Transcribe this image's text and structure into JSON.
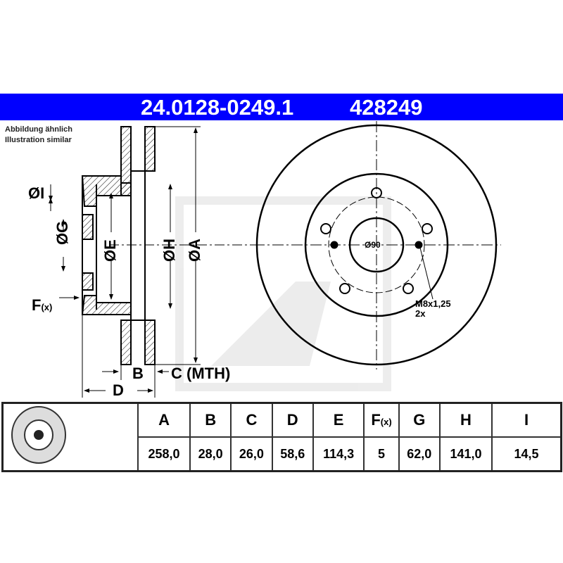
{
  "header": {
    "part_number": "24.0128-0249.1",
    "short_number": "428249",
    "color": "#0000ff"
  },
  "note": {
    "line1": "Abbildung ähnlich",
    "line2": "Illustration similar"
  },
  "drawing_labels": {
    "I": "ØI",
    "G": "ØG",
    "E": "ØE",
    "H": "ØH",
    "A": "ØA",
    "F": "F",
    "F_sub": "(x)",
    "B": "B",
    "C": "C (MTH)",
    "D": "D",
    "center_bore": "Ø90",
    "thread": "M8x1,25",
    "thread_count": "2x"
  },
  "table": {
    "columns": [
      "A",
      "B",
      "C",
      "D",
      "E",
      "F",
      "G",
      "H",
      "I"
    ],
    "f_sub": "(x)",
    "values": [
      "258,0",
      "28,0",
      "26,0",
      "58,6",
      "114,3",
      "5",
      "62,0",
      "141,0",
      "14,5"
    ]
  }
}
